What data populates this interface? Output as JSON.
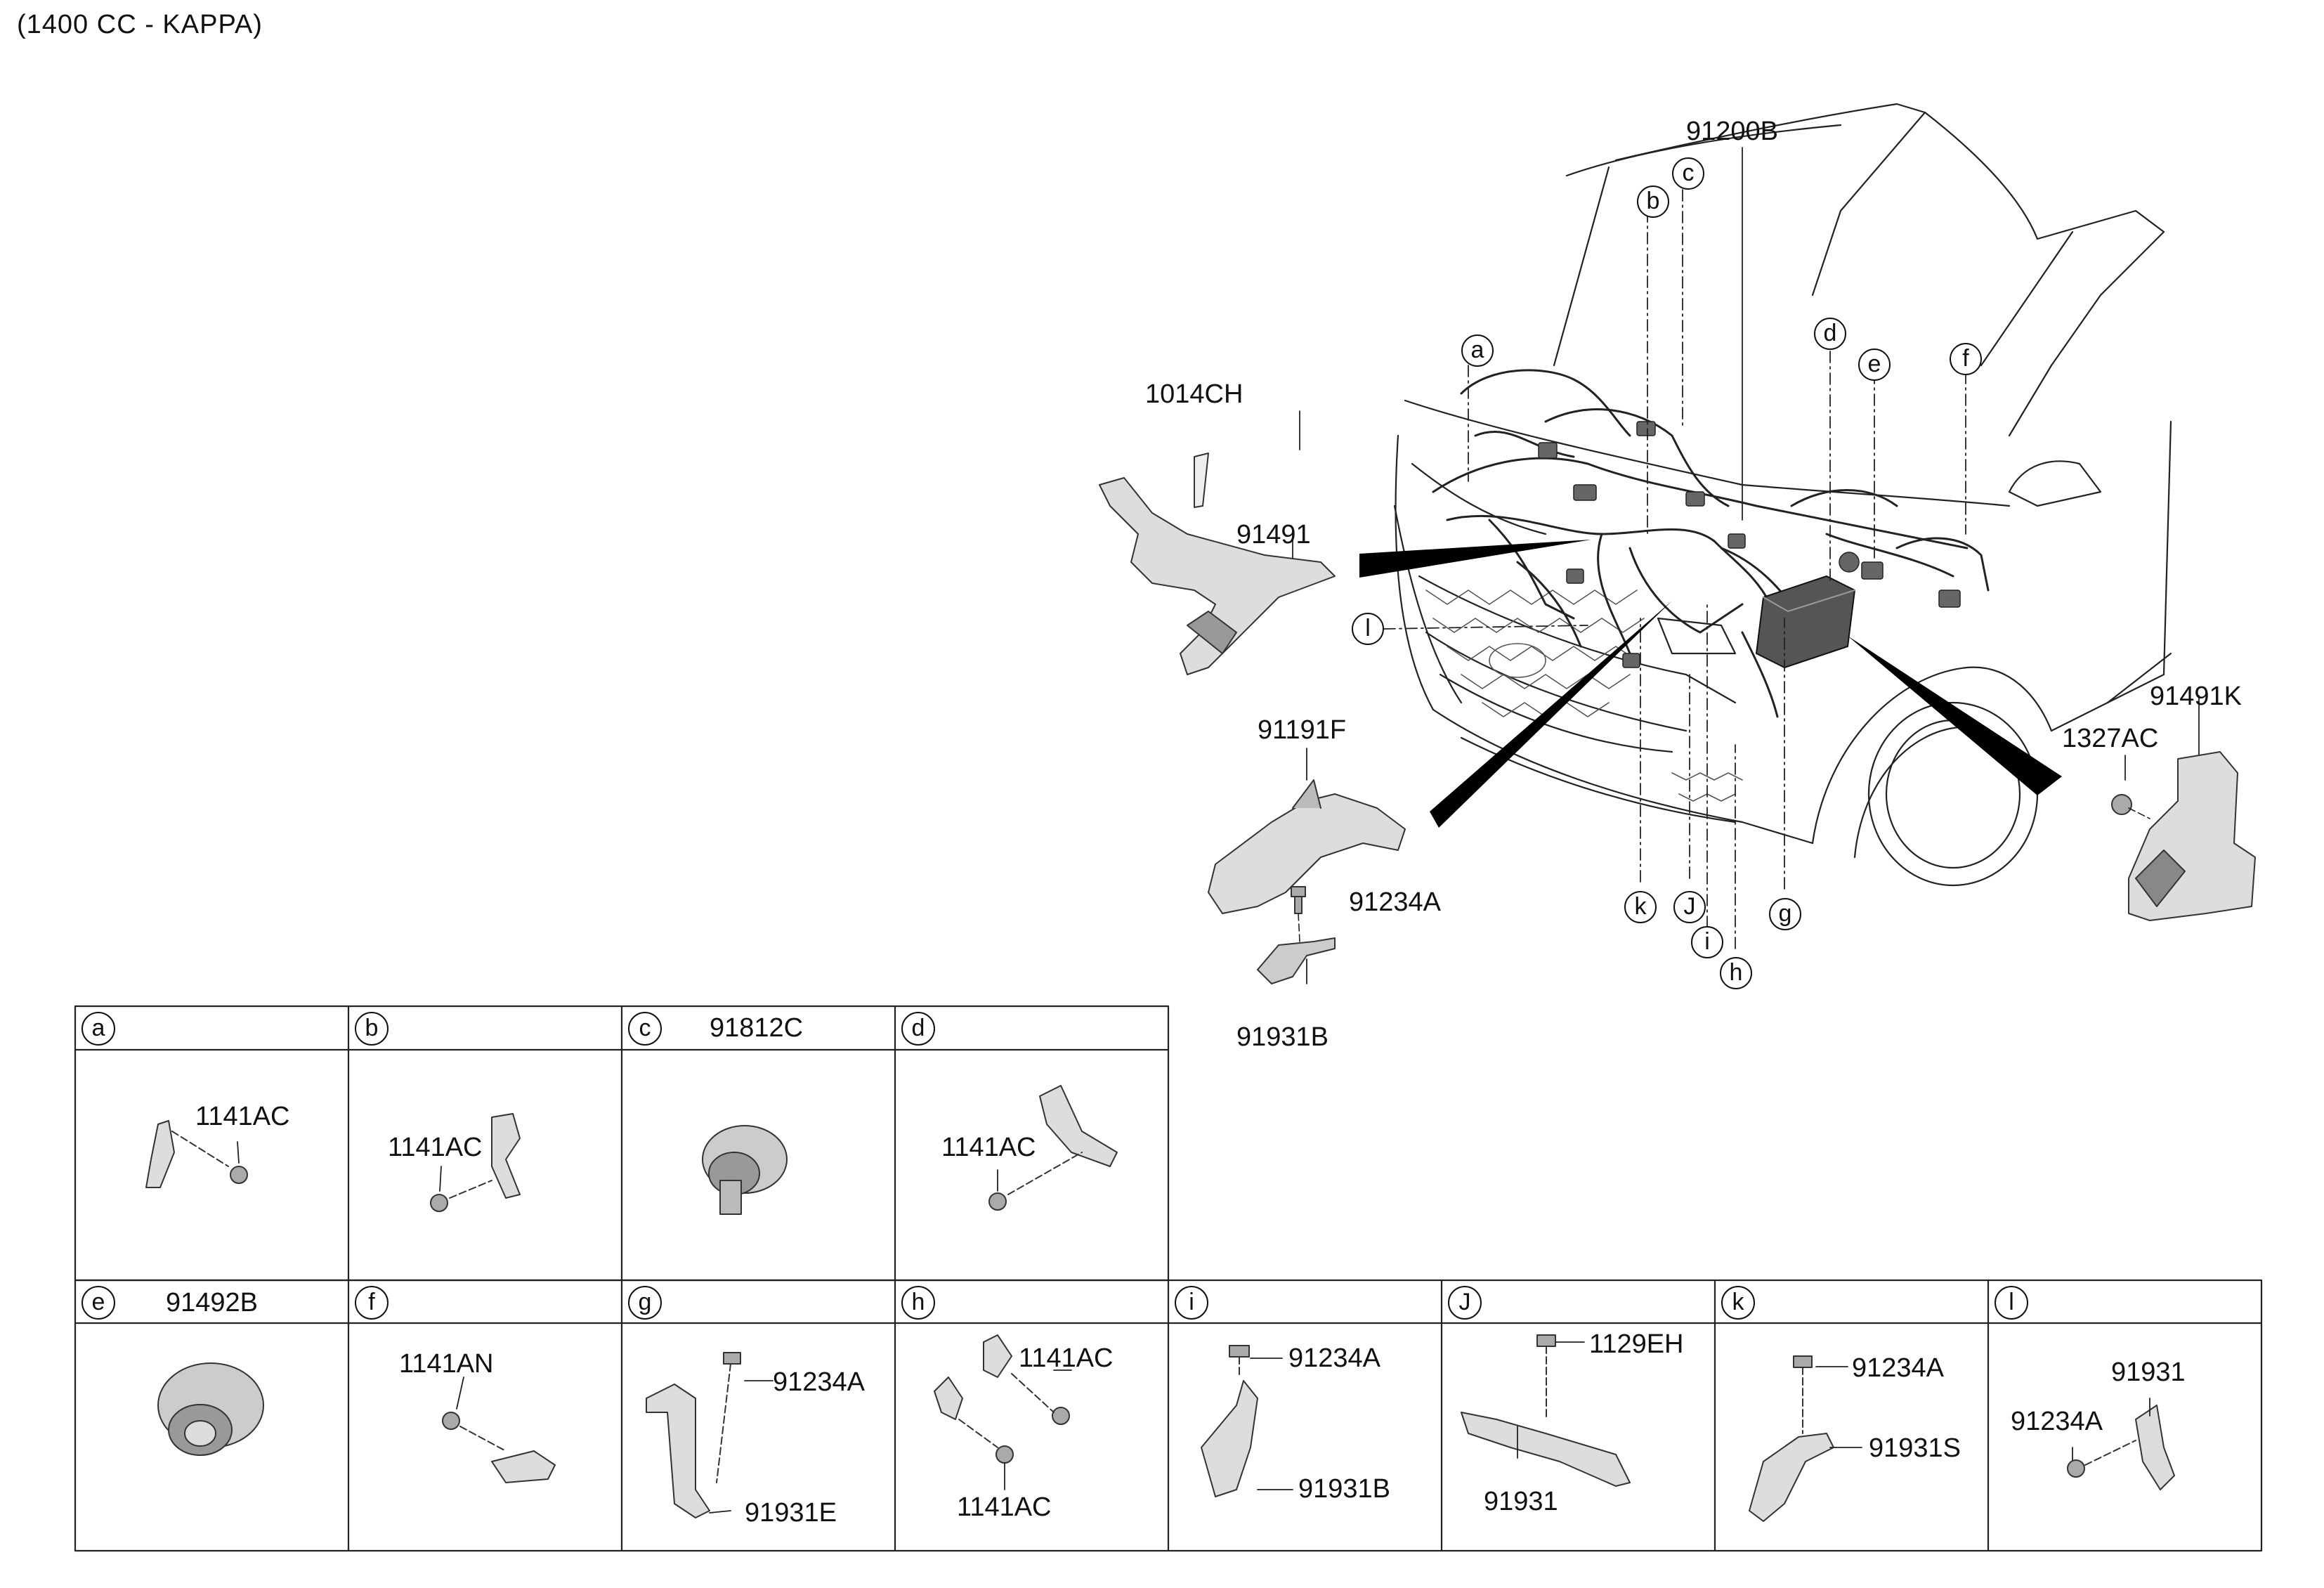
{
  "header": {
    "engine": "(1400 CC - KAPPA)"
  },
  "main_labels": {
    "p1014CH": "1014CH",
    "p91491": "91491",
    "p91200B": "91200B",
    "p91191F": "91191F",
    "p91234A": "91234A",
    "p91931B": "91931B",
    "p1327AC": "1327AC",
    "p91491K": "91491K"
  },
  "callouts": {
    "a": "a",
    "b": "b",
    "c": "c",
    "d": "d",
    "e": "e",
    "f": "f",
    "g": "g",
    "h": "h",
    "i": "i",
    "J": "J",
    "k": "k",
    "l": "l"
  },
  "detail_row1": [
    {
      "letter": "a",
      "title": "",
      "labels": [
        "1141AC"
      ]
    },
    {
      "letter": "b",
      "title": "",
      "labels": [
        "1141AC"
      ]
    },
    {
      "letter": "c",
      "title": "91812C",
      "labels": []
    },
    {
      "letter": "d",
      "title": "",
      "labels": [
        "1141AC"
      ]
    }
  ],
  "detail_row2": [
    {
      "letter": "e",
      "title": "91492B",
      "labels": []
    },
    {
      "letter": "f",
      "title": "",
      "labels": [
        "1141AN"
      ]
    },
    {
      "letter": "g",
      "title": "",
      "labels": [
        "91234A",
        "91931E"
      ]
    },
    {
      "letter": "h",
      "title": "",
      "labels": [
        "1141AC",
        "1141AC"
      ]
    },
    {
      "letter": "i",
      "title": "",
      "labels": [
        "91234A",
        "91931B"
      ]
    },
    {
      "letter": "J",
      "title": "",
      "labels": [
        "1129EH",
        "91931"
      ]
    },
    {
      "letter": "k",
      "title": "",
      "labels": [
        "91234A",
        "91931S"
      ]
    },
    {
      "letter": "l",
      "title": "",
      "labels": [
        "91931",
        "91234A"
      ]
    }
  ]
}
